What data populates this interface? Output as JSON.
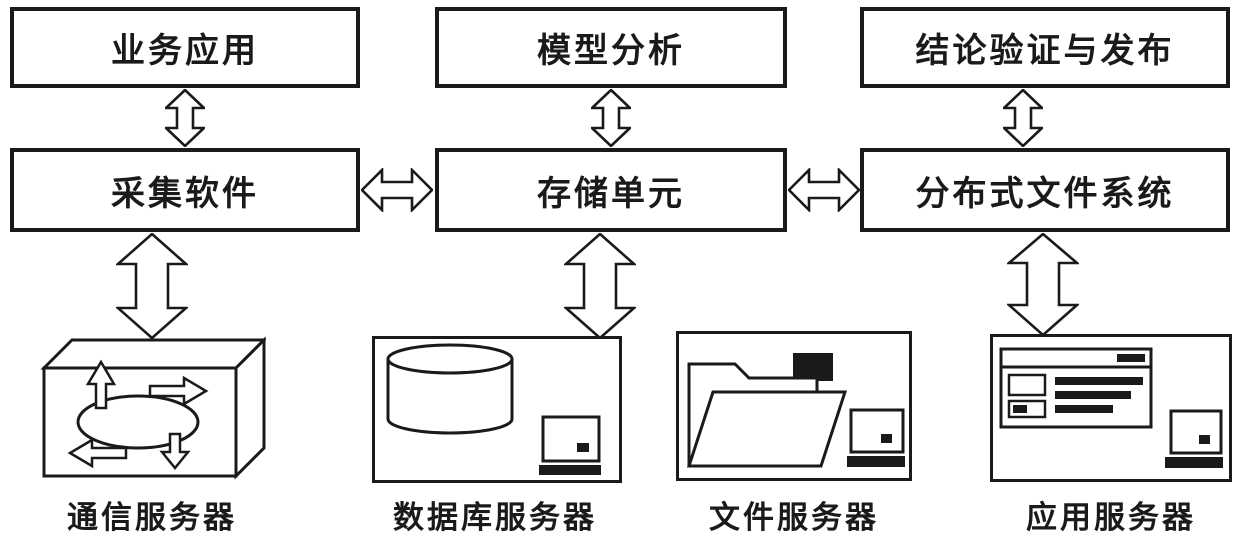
{
  "diagram": {
    "top_row": [
      {
        "label": "业务应用"
      },
      {
        "label": "模型分析"
      },
      {
        "label": "结论验证与发布"
      }
    ],
    "middle_row": [
      {
        "label": "采集软件"
      },
      {
        "label": "存储单元"
      },
      {
        "label": "分布式文件系统"
      }
    ],
    "servers": [
      {
        "label": "通信服务器",
        "icon": "communication-cube-icon"
      },
      {
        "label": "数据库服务器",
        "icon": "database-cylinder-icon"
      },
      {
        "label": "文件服务器",
        "icon": "folder-icon"
      },
      {
        "label": "应用服务器",
        "icon": "application-window-icon"
      }
    ],
    "colors": {
      "line": "#1a1a1a",
      "background": "#ffffff"
    }
  }
}
